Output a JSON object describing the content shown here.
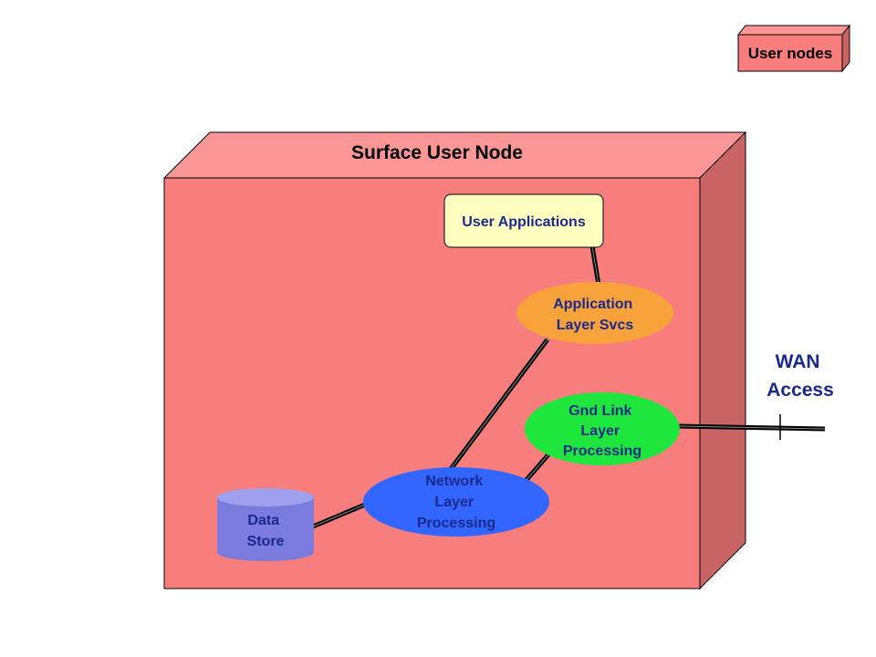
{
  "legend": {
    "label": "User nodes"
  },
  "node": {
    "title": "Surface User Node"
  },
  "components": {
    "user_applications": "User Applications",
    "application_layer": [
      "Application",
      "Layer Svcs"
    ],
    "gnd_link_layer": [
      "Gnd Link",
      "Layer",
      "Processing"
    ],
    "network_layer": [
      "Network",
      "Layer",
      "Processing"
    ],
    "data_store": [
      "Data",
      "Store"
    ]
  },
  "external": {
    "wan_access": [
      "WAN",
      "Access"
    ]
  },
  "colors": {
    "node_front": "#f87e7e",
    "node_top": "#fa9696",
    "node_side": "#c86464",
    "user_apps": "#ffffc0",
    "app_layer": "#f7a23a",
    "gnd_link": "#1ee63c",
    "network": "#3366ff",
    "data_store": "#7b7bdd",
    "data_store_top": "#a0a0ee"
  }
}
